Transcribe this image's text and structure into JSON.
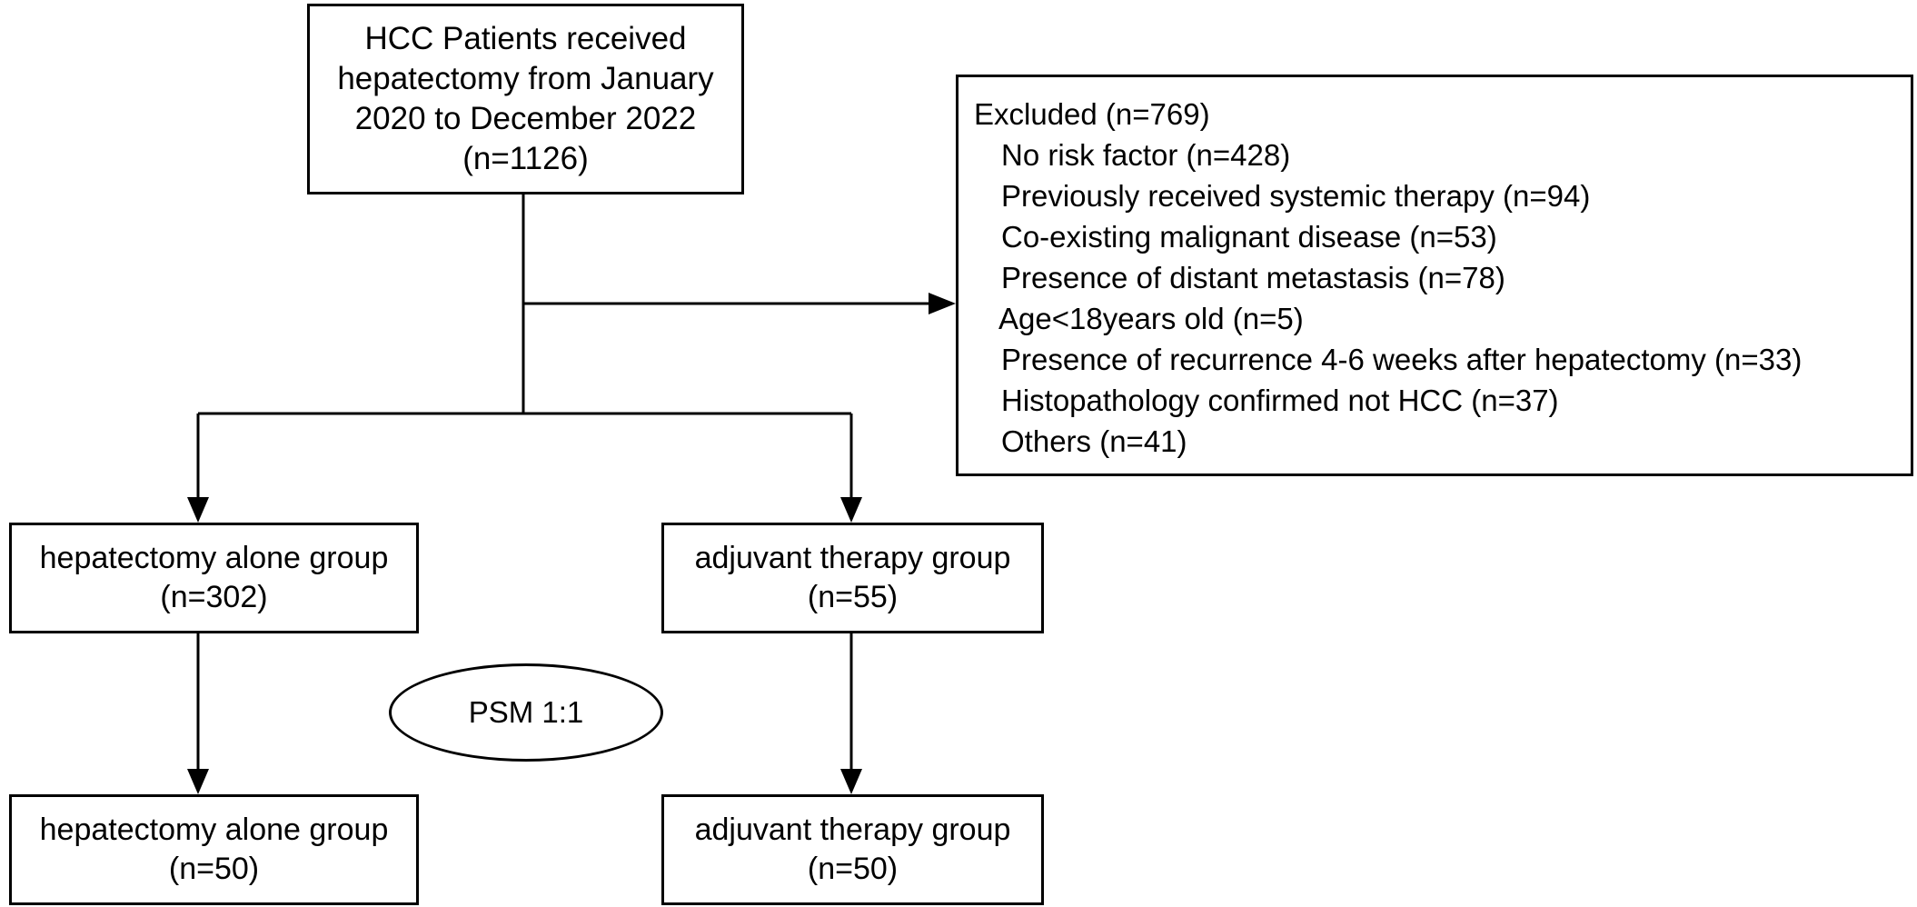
{
  "flowchart": {
    "start": {
      "lines": [
        "HCC Patients received",
        "hepatectomy from January",
        "2020 to December 2022",
        "(n=1126)"
      ]
    },
    "excluded": {
      "title": "Excluded (n=769)",
      "items": [
        "No risk factor (n=428)",
        "Previously received systemic therapy (n=94)",
        "Co-existing malignant disease (n=53)",
        "Presence of distant metastasis (n=78)",
        "Age<18years old (n=5)",
        "Presence of recurrence 4-6 weeks after hepatectomy (n=33)",
        "Histopathology confirmed not HCC (n=37)",
        "Others (n=41)"
      ]
    },
    "before_matching": {
      "hepatectomy_alone": {
        "label": "hepatectomy alone group",
        "count": "(n=302)"
      },
      "adjuvant_therapy": {
        "label": "adjuvant therapy group",
        "count": "(n=55)"
      }
    },
    "matching": {
      "label": "PSM 1:1"
    },
    "after_matching": {
      "hepatectomy_alone": {
        "label": "hepatectomy alone group",
        "count": "(n=50)"
      },
      "adjuvant_therapy": {
        "label": "adjuvant therapy group",
        "count": "(n=50)"
      }
    }
  },
  "colors": {
    "stroke": "#000000",
    "background": "#ffffff",
    "text": "#000000"
  }
}
